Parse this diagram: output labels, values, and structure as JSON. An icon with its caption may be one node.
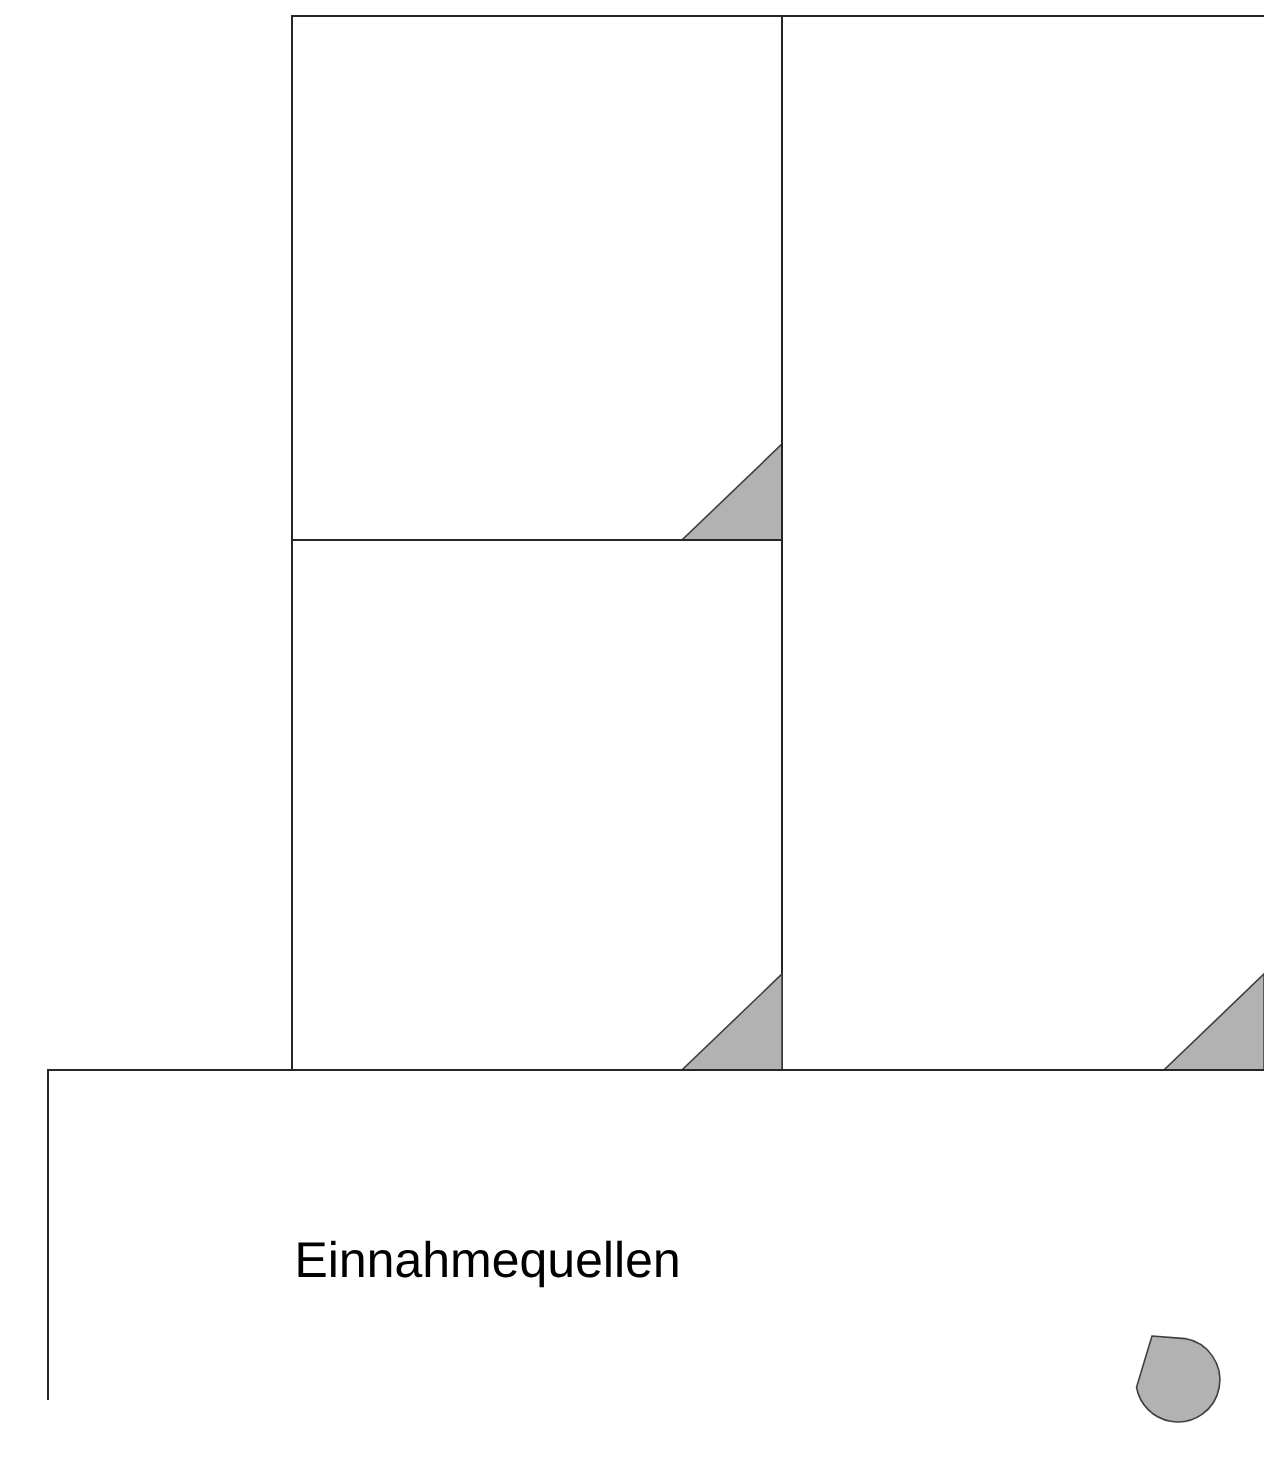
{
  "diagram": {
    "nodes": [
      {
        "text": [],
        "shape": "box"
      },
      {
        "text": [],
        "shape": "box"
      },
      {
        "text": [],
        "shape": "box"
      },
      {
        "text": [
          "Einnahmequellen"
        ]
      }
    ]
  }
}
